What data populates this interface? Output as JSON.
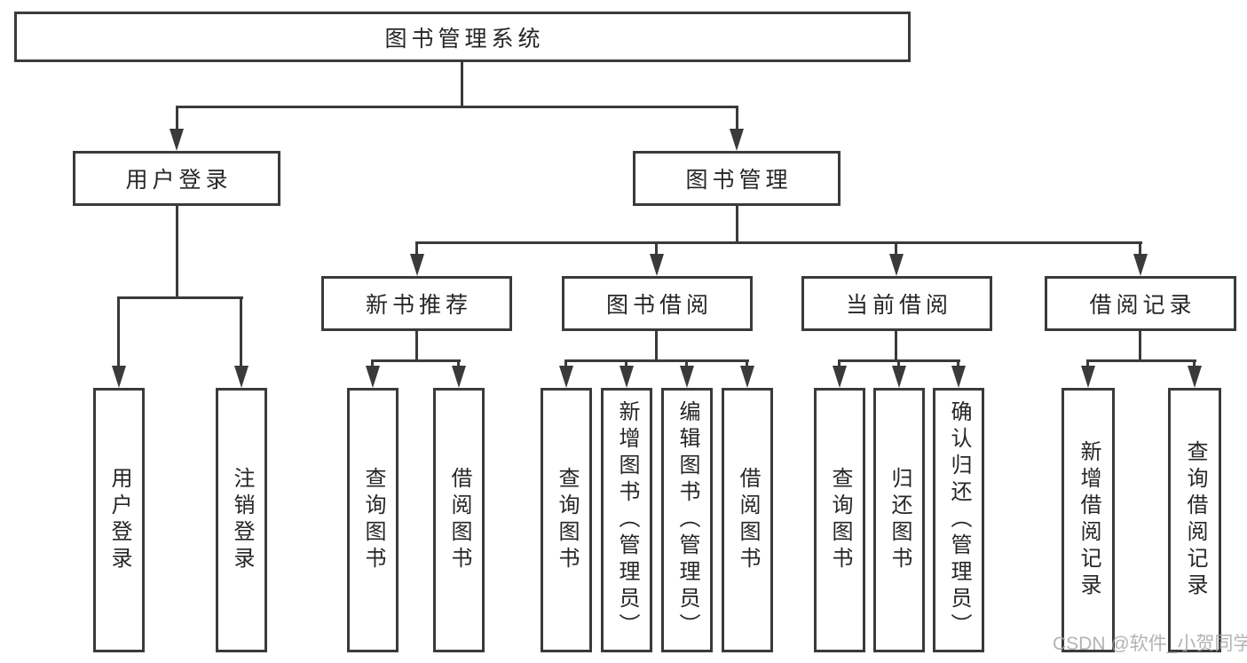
{
  "title": "图书管理系统",
  "watermark": "CSDN @软件_小贺同学",
  "colors": {
    "line": "#3a3a3a",
    "text": "#262626",
    "watermark": "#a6a6a6",
    "background": "#ffffff"
  },
  "tree": {
    "root": "图书管理系统",
    "branches": [
      {
        "label": "用户登录",
        "children": [
          "用户登录",
          "注销登录"
        ]
      },
      {
        "label": "图书管理",
        "children": [
          {
            "label": "新书推荐",
            "children": [
              "查询图书",
              "借阅图书"
            ]
          },
          {
            "label": "图书借阅",
            "children": [
              "查询图书",
              "新增图书（管理员）",
              "编辑图书（管理员）",
              "借阅图书"
            ]
          },
          {
            "label": "当前借阅",
            "children": [
              "查询图书",
              "归还图书",
              "确认归还（管理员）"
            ]
          },
          {
            "label": "借阅记录",
            "children": [
              "新增借阅记录",
              "查询借阅记录"
            ]
          }
        ]
      }
    ]
  }
}
